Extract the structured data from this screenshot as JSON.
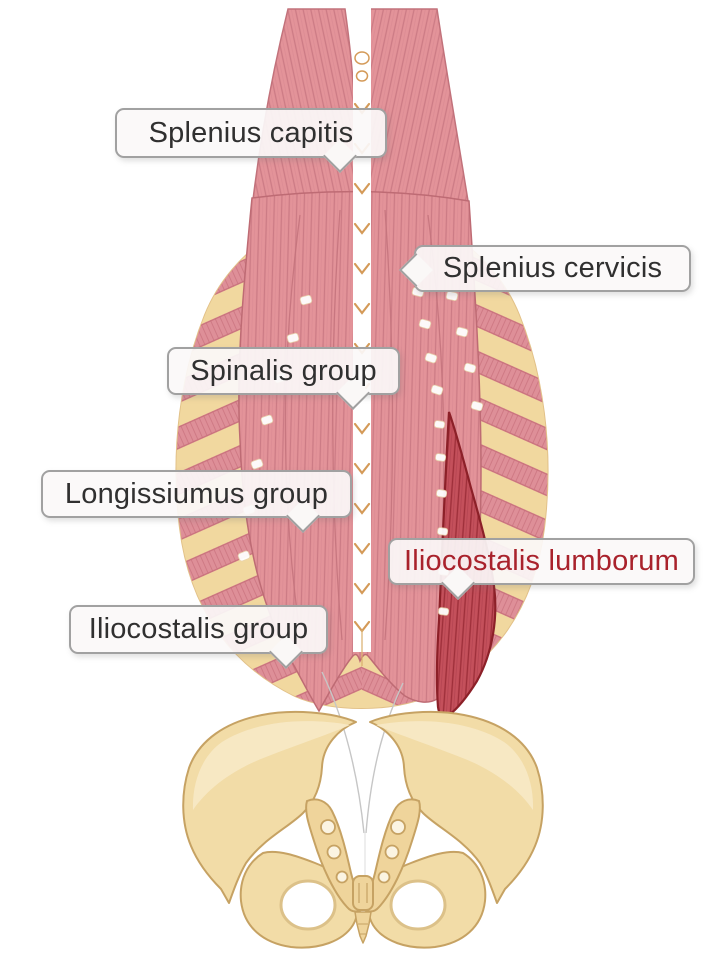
{
  "callouts": [
    {
      "text": "Splenius capitis",
      "style": "default",
      "pointer": "down"
    },
    {
      "text": "Splenius cervicis",
      "style": "default",
      "pointer": "left"
    },
    {
      "text": "Spinalis group",
      "style": "default",
      "pointer": "down"
    },
    {
      "text": "Longissiumus group",
      "style": "default",
      "pointer": "down"
    },
    {
      "text": "Iliocostalis lumborum",
      "style": "highlight",
      "pointer": "down"
    },
    {
      "text": "Iliocostalis group",
      "style": "default",
      "pointer": "down"
    }
  ],
  "colors": {
    "background": "#FFFFFF",
    "muscle_pink": "#E39399",
    "muscle_striation": "#CC7B85",
    "muscle_highlight_red": "#C4505B",
    "muscle_highlight_outline": "#8C2028",
    "rib_band_pink": "#DE8F98",
    "bone_cream": "#F1D89F",
    "bone_outline": "#C6A263",
    "spine_marker_tan": "#D49A58",
    "callout_bg": "#FBF9F8",
    "callout_border": "#A1A1A1",
    "callout_text": "#303030",
    "callout_text_highlight": "#A9222C"
  }
}
